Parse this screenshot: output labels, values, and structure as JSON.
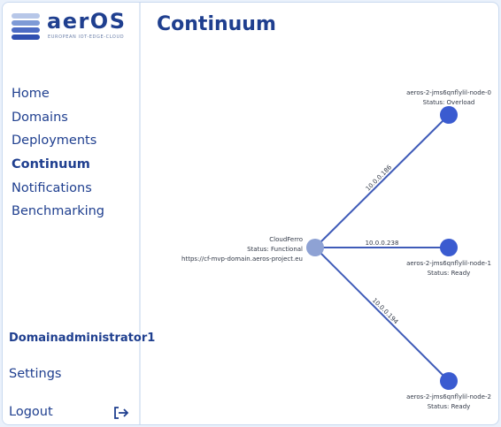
{
  "brand": {
    "name": "aerOS",
    "tagline": "EUROPEAN IOT-EDGE-CLOUD",
    "colors": [
      "#7e9ad6",
      "#2f4fb0",
      "#1f3f8f"
    ]
  },
  "nav": {
    "items": [
      {
        "label": "Home",
        "active": false
      },
      {
        "label": "Domains",
        "active": false
      },
      {
        "label": "Deployments",
        "active": false
      },
      {
        "label": "Continuum",
        "active": true
      },
      {
        "label": "Notifications",
        "active": false
      },
      {
        "label": "Benchmarking",
        "active": false
      }
    ]
  },
  "user": {
    "name": "Domainadministrator1"
  },
  "settings_label": "Settings",
  "logout": {
    "label": "Logout",
    "icon": "logout-icon"
  },
  "page": {
    "title": "Continuum"
  },
  "graph": {
    "center": {
      "name": "CloudFerro",
      "status": "Status: Functional",
      "url": "https://cf-mvp-domain.aeros-project.eu",
      "color": "#8ea2d4"
    },
    "nodes": [
      {
        "name": "aeros-2-jms6qnflylil-node-0",
        "status": "Status: Overload",
        "ip": "10.0.0.186",
        "color": "#3a5bd0"
      },
      {
        "name": "aeros-2-jms6qnflylil-node-1",
        "status": "Status: Ready",
        "ip": "10.0.0.238",
        "color": "#3a5bd0"
      },
      {
        "name": "aeros-2-jms6qnflylil-node-2",
        "status": "Status: Ready",
        "ip": "10.0.0.194",
        "color": "#3a5bd0"
      }
    ],
    "edge_color": "#3f5bb8"
  }
}
